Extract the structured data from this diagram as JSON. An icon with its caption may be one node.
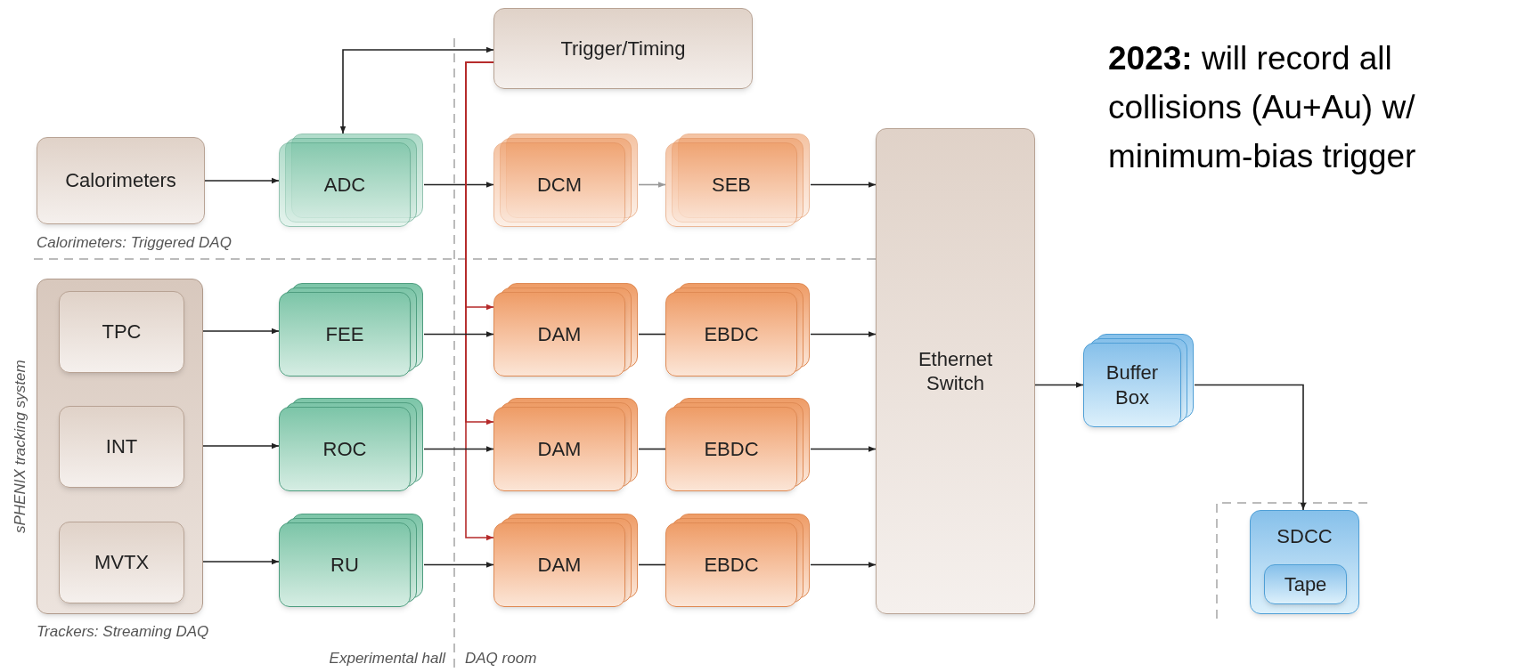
{
  "diagram": {
    "nodes": [
      {
        "text": [
          "Trigger/Timing"
        ]
      },
      {
        "text": [
          "Calorimeters"
        ]
      },
      {
        "text": [
          "ADC"
        ]
      },
      {
        "text": [
          "DCM"
        ]
      },
      {
        "text": [
          "SEB"
        ]
      },
      {
        "text": [
          "Ethernet Switch"
        ]
      },
      {
        "text": [
          "sPHENIX tracking system"
        ]
      },
      {
        "text": [
          "TPC"
        ],
        "in": 6
      },
      {
        "text": [
          "INT"
        ],
        "in": 6
      },
      {
        "text": [
          "MVTX"
        ],
        "in": 6
      },
      {
        "text": [
          "FEE"
        ]
      },
      {
        "text": [
          "ROC"
        ]
      },
      {
        "text": [
          "RU"
        ]
      },
      {
        "text": [
          "DAM"
        ]
      },
      {
        "text": [
          "EBDC"
        ]
      },
      {
        "text": [
          "DAM"
        ]
      },
      {
        "text": [
          "EBDC"
        ]
      },
      {
        "text": [
          "DAM"
        ]
      },
      {
        "text": [
          "EBDC"
        ]
      },
      {
        "text": [
          "Buffer Box"
        ]
      },
      {
        "text": [
          "SDCC"
        ]
      },
      {
        "text": [
          "Tape"
        ],
        "in": 20
      }
    ],
    "edges": [
      {
        "from": 1,
        "to": 2,
        "arrow": "to"
      },
      {
        "from": 2,
        "to": 0,
        "arrow": "both"
      },
      {
        "from": 2,
        "to": 3,
        "arrow": "to"
      },
      {
        "from": 3,
        "to": 4,
        "arrow": "to",
        "color": "#9a9a9a"
      },
      {
        "from": 4,
        "to": 5,
        "arrow": "to"
      },
      {
        "from": 0,
        "to": 13,
        "arrow": "to",
        "color": "#b52a2a"
      },
      {
        "from": 0,
        "to": 15,
        "arrow": "to",
        "color": "#b52a2a"
      },
      {
        "from": 0,
        "to": 17,
        "arrow": "to",
        "color": "#b52a2a"
      },
      {
        "from": 7,
        "to": 10,
        "arrow": "to"
      },
      {
        "from": 10,
        "to": 13,
        "arrow": "to"
      },
      {
        "from": 13,
        "to": 14,
        "arrow": "none"
      },
      {
        "from": 14,
        "to": 5,
        "arrow": "to"
      },
      {
        "from": 8,
        "to": 11,
        "arrow": "to"
      },
      {
        "from": 11,
        "to": 15,
        "arrow": "to"
      },
      {
        "from": 15,
        "to": 16,
        "arrow": "none"
      },
      {
        "from": 16,
        "to": 5,
        "arrow": "to"
      },
      {
        "from": 9,
        "to": 12,
        "arrow": "to"
      },
      {
        "from": 12,
        "to": 17,
        "arrow": "to"
      },
      {
        "from": 17,
        "to": 18,
        "arrow": "none"
      },
      {
        "from": 18,
        "to": 5,
        "arrow": "to"
      },
      {
        "from": 5,
        "to": 19,
        "arrow": "to"
      },
      {
        "from": 19,
        "to": 20,
        "arrow": "to"
      }
    ],
    "labels": [
      "**2023:** will record all collisions (Au+Au) w/ minimum-bias trigger",
      "Calorimeters: Triggered DAQ",
      "Trackers: Streaming DAQ",
      "Experimental hall",
      "DAQ room"
    ]
  }
}
